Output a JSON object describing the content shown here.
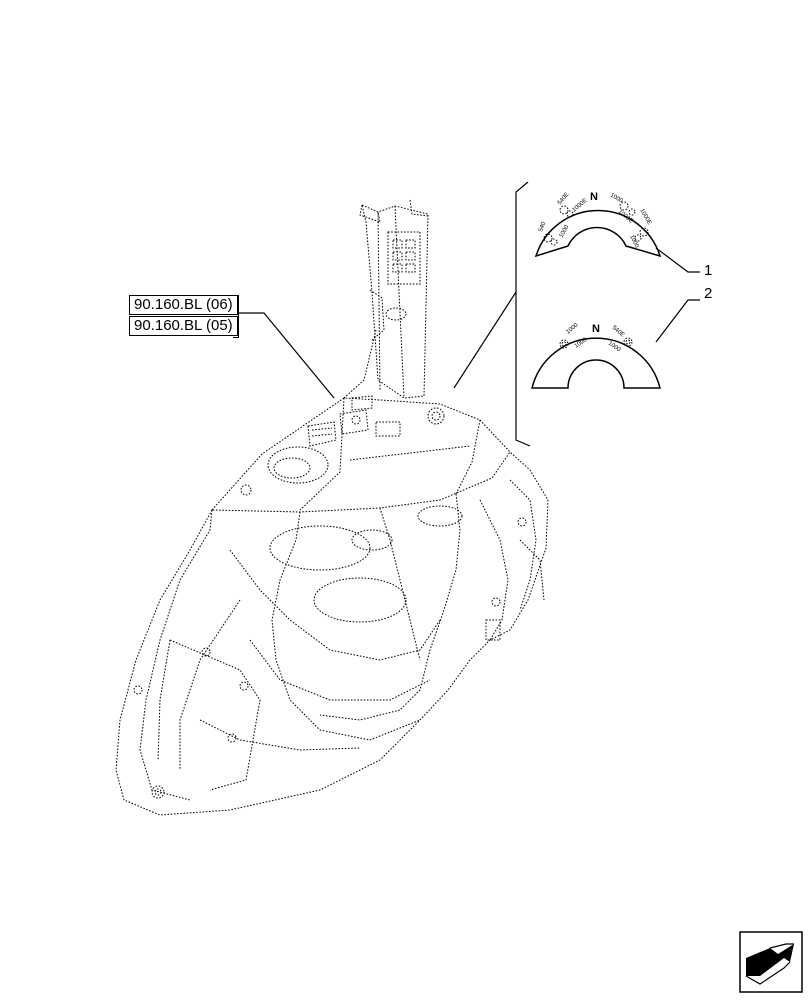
{
  "references": [
    {
      "label": "90.160.BL (06)"
    },
    {
      "label": "90.160.BL (05)"
    }
  ],
  "callouts": [
    {
      "number": "1"
    },
    {
      "number": "2"
    }
  ],
  "decal_1": {
    "center_label": "N",
    "markings": [
      "540",
      "540E",
      "1000",
      "1000E",
      "1000",
      "1000E",
      "1000E",
      "1000"
    ]
  },
  "decal_2": {
    "center_label": "N",
    "markings": [
      "1000",
      "1000",
      "540E",
      "1000"
    ]
  },
  "nav_icon": "next-page-arrow-icon"
}
